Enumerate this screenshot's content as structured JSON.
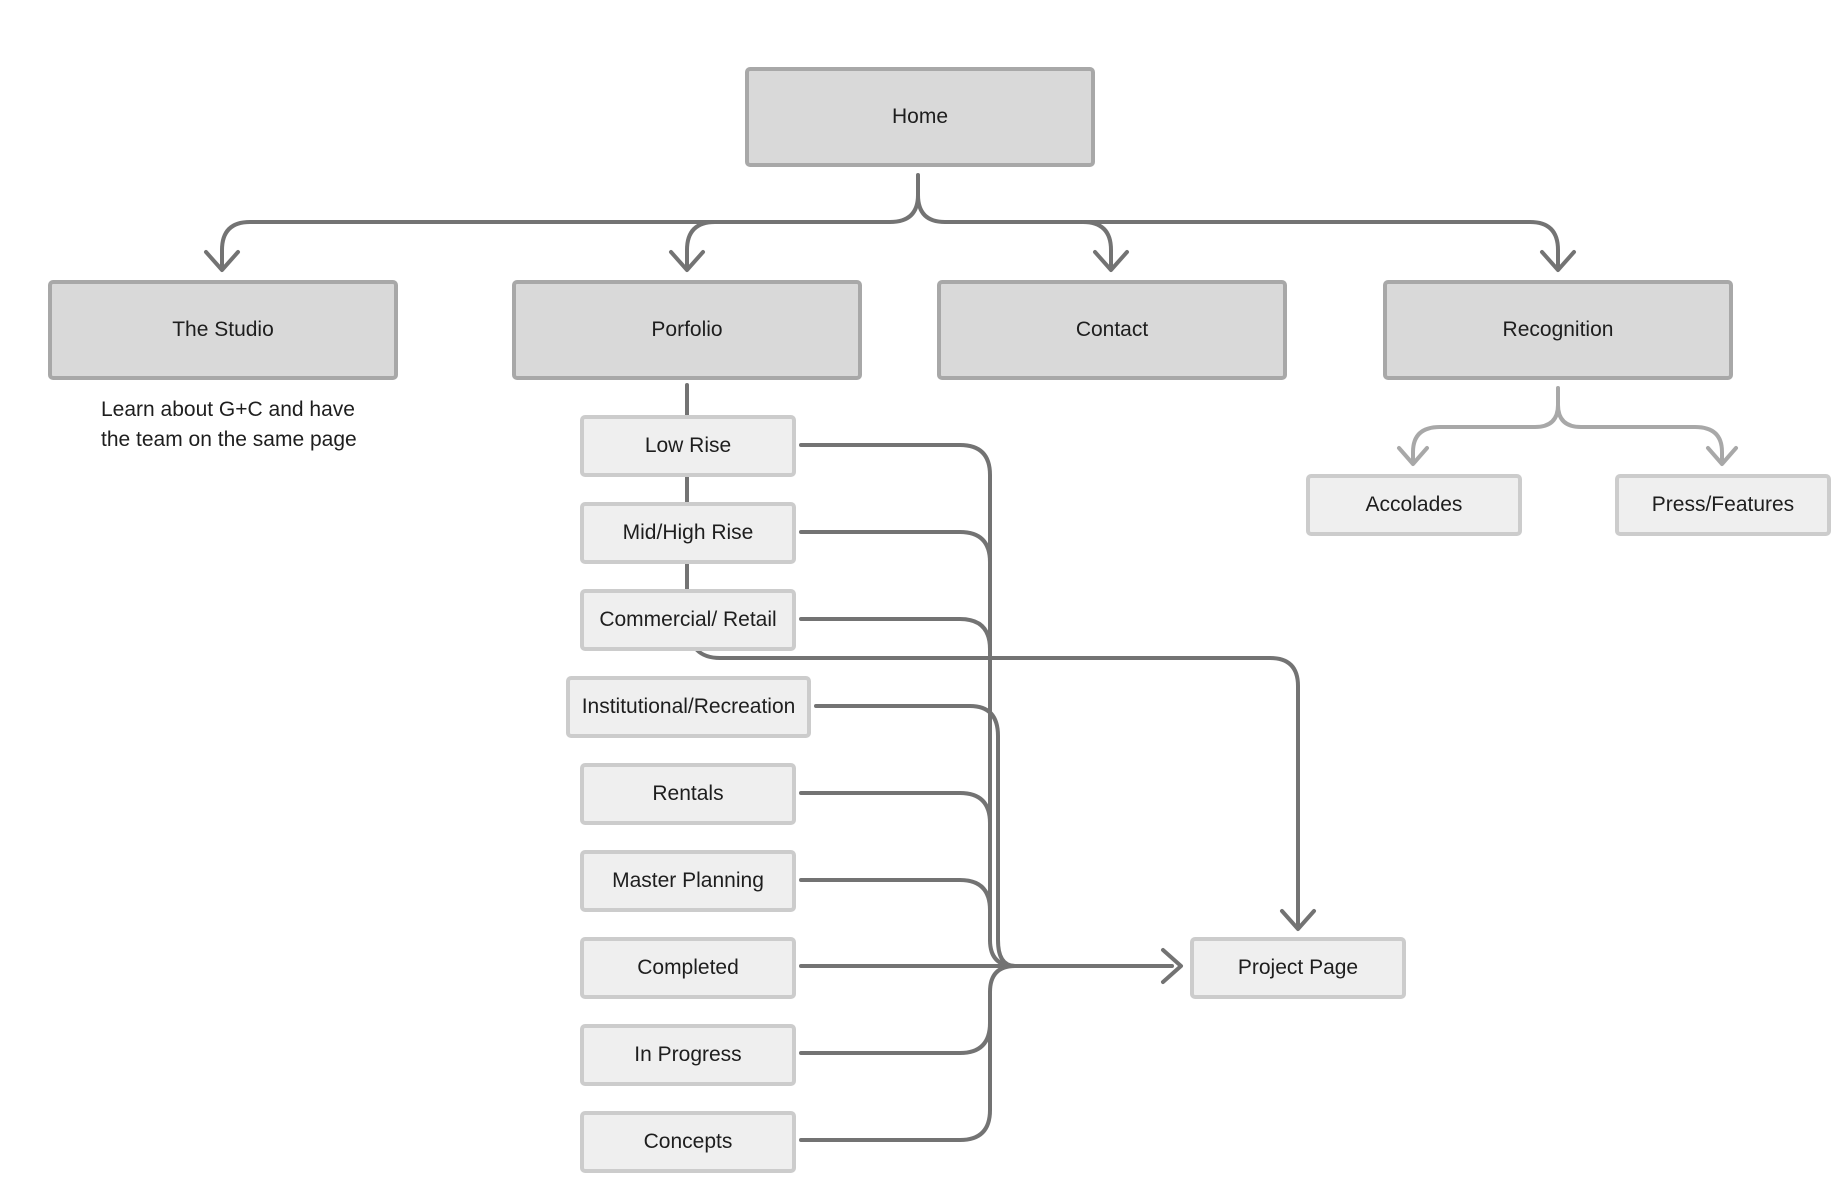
{
  "diagram": {
    "top": {
      "home": "Home"
    },
    "sections": {
      "studio": "The Studio",
      "portfolio": "Porfolio",
      "contact": "Contact",
      "recognition": "Recognition"
    },
    "studio_note": "Learn about G+C and have\nthe team on the same page",
    "portfolio_items": [
      "Low Rise",
      "Mid/High Rise",
      "Commercial/ Retail",
      "Institutional/Recreation",
      "Rentals",
      "Master Planning",
      "Completed",
      "In Progress",
      "Concepts"
    ],
    "recognition_items": {
      "accolades": "Accolades",
      "press": "Press/Features"
    },
    "project_page": "Project Page"
  },
  "colors": {
    "primary_fill": "#d9d9d9",
    "primary_border": "#a8a8a8",
    "secondary_fill": "#efefef",
    "secondary_border": "#cccccc",
    "connector_dark": "#737373",
    "connector_light": "#a8a8a8"
  }
}
